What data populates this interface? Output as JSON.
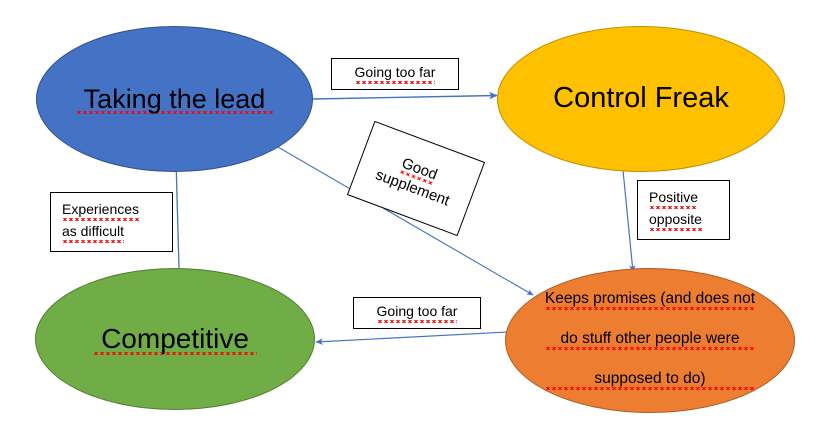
{
  "diagram": {
    "title": "Taking the lead / Control Freak / Competitive behaviour loop",
    "background": "#FFFFFF",
    "colors": {
      "blue_fill": "#4472C4",
      "blue_stroke": "#2F528F",
      "amber_fill": "#FFC000",
      "amber_stroke": "#BF9000",
      "green_fill": "#70AD47",
      "green_stroke": "#507E32",
      "orange_fill": "#ED7D31",
      "orange_stroke": "#AE5A21",
      "connector": "#4472C4",
      "box_border": "#000000",
      "text": "#000000",
      "spellcheck_underline": "#FF0000"
    },
    "nodes": [
      {
        "id": "taking-the-lead",
        "label": "Taking the lead",
        "fill": "#4472C4",
        "misspelled": true
      },
      {
        "id": "control-freak",
        "label": "Control Freak",
        "fill": "#FFC000",
        "misspelled": false
      },
      {
        "id": "competitive",
        "label": "Competitive",
        "fill": "#70AD47",
        "misspelled": true
      },
      {
        "id": "keeps-promises",
        "label_line1": "Keeps promises (and does not",
        "label_line2": "do stuff other people were",
        "label_line3": "supposed to do)",
        "fill": "#ED7D31",
        "misspelled": true
      }
    ],
    "edge_labels": {
      "going_too_far_top": "Going too far",
      "good_supplement_line1": "Good",
      "good_supplement_line2": "supplement",
      "experiences_line1": "Experiences",
      "experiences_line2": "as difficult",
      "positive_line1": "Positive",
      "positive_line2": "opposite",
      "going_too_far_bottom": "Going too far"
    },
    "edges": [
      {
        "id": "lead-to-control",
        "from": "taking-the-lead",
        "to": "control-freak",
        "label": "Going too far",
        "direction": "right"
      },
      {
        "id": "lead-to-promises",
        "from": "taking-the-lead",
        "to": "keeps-promises",
        "label": "Good supplement",
        "direction": "down-right"
      },
      {
        "id": "control-to-promises",
        "from": "control-freak",
        "to": "keeps-promises",
        "label": "Positive opposite",
        "direction": "down"
      },
      {
        "id": "promises-to-competitive",
        "from": "keeps-promises",
        "to": "competitive",
        "label": "Going too far",
        "direction": "left"
      },
      {
        "id": "competitive-to-lead",
        "from": "competitive",
        "to": "taking-the-lead",
        "label": "Experiences as difficult",
        "direction": "up"
      }
    ]
  }
}
